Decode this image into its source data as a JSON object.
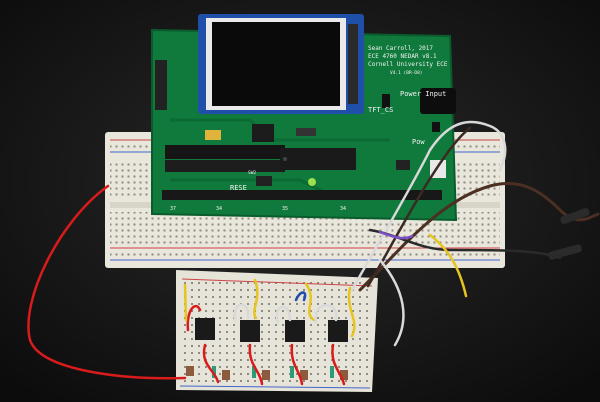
{
  "pcb": {
    "credit_lines": [
      "Sean Carroll, 2017",
      "ECE 4760 NEDAR v8.1",
      "Cornell University ECE",
      "V4.1 (BR-D8)"
    ],
    "tft_label": "TFT_CS",
    "power_label": "Power Input",
    "pow_label": "Pow",
    "reset_label": "RESE",
    "sw_label": "SW2",
    "pin_labels": [
      "37",
      "34",
      "35",
      "34"
    ]
  },
  "colors": {
    "pcb_green": "#0f7a3c",
    "breadboard": "#e9e6dc",
    "wire_red": "#d81b1b",
    "wire_yellow": "#e6c51e",
    "wire_white": "#d9d9d9",
    "wire_brown": "#4a2f22",
    "tft_blue": "#1f4fa8"
  }
}
